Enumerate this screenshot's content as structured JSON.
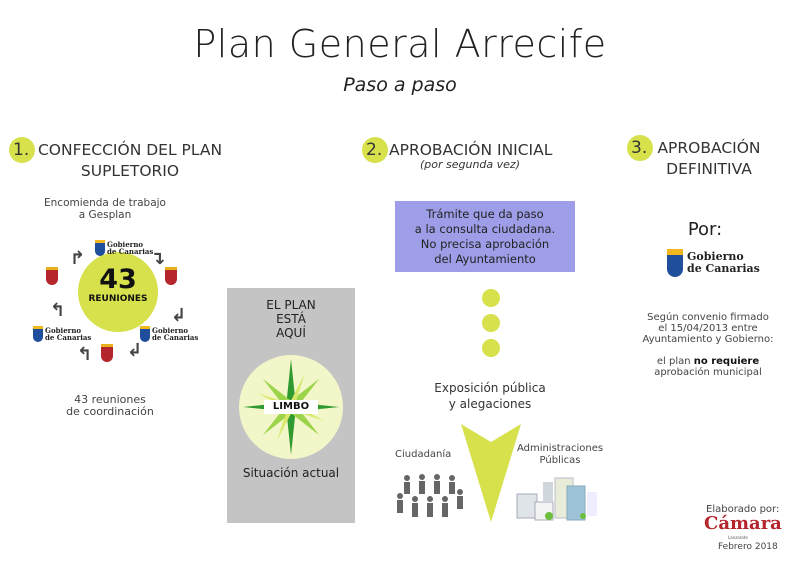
{
  "header": {
    "title": "Plan General Arrecife",
    "subtitle": "Paso a paso"
  },
  "colors": {
    "accent": "#d6e14c",
    "box": "#9e9ee8",
    "panel": "#c4c4c4",
    "camara_red": "#b5252c"
  },
  "step1": {
    "number": "1.",
    "title_line1": "CONFECCIÓN DEL PLAN",
    "title_line2": "SUPLETORIO",
    "note_line1": "Encomienda de trabajo",
    "note_line2": "a Gesplan",
    "count": "43",
    "count_label": "REUNIONES",
    "gov_logo_line1": "Gobierno",
    "gov_logo_line2": "de Canarias",
    "footer_line1": "43 reuniones",
    "footer_line2": "de coordinación"
  },
  "status_panel": {
    "line1": "EL PLAN",
    "line2": "ESTÁ",
    "line3": "AQUÍ",
    "compass_label": "LIMBO",
    "caption": "Situación actual"
  },
  "step2": {
    "number": "2.",
    "title": "APROBACIÓN INICIAL",
    "subtitle": "(por segunda vez)",
    "box_line1": "Trámite que da paso",
    "box_line2": "a la consulta ciudadana.",
    "box_line3": "No precisa aprobación",
    "box_line4": "del Ayuntamiento",
    "exposure_line1": "Exposición pública",
    "exposure_line2": "y alegaciones",
    "citizens": "Ciudadanía",
    "admin_line1": "Administraciones",
    "admin_line2": "Públicas"
  },
  "step3": {
    "number": "3.",
    "title_line1": "APROBACIÓN",
    "title_line2": "DEFINITIVA",
    "by": "Por:",
    "gov_logo_line1": "Gobierno",
    "gov_logo_line2": "de Canarias",
    "note_line1": "Según convenio firmado",
    "note_line2": "el 15/04/2013 entre",
    "note_line3": "Ayuntamiento y Gobierno:",
    "note_prefix": "el plan",
    "note_bold": "no requiere",
    "note_line5": "aprobación municipal"
  },
  "footer": {
    "made_by": "Elaborado por:",
    "logo": "Cámara",
    "logo_sub": "Lanzarote",
    "date": "Febrero 2018"
  }
}
